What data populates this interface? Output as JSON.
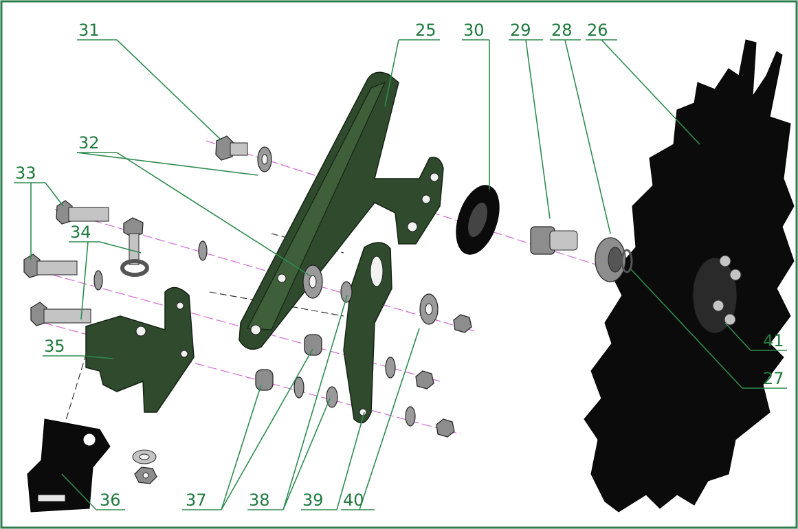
{
  "diagram": {
    "type": "exploded-assembly",
    "colors": {
      "frame": "#2e7d4f",
      "leader": "#2e8b4f",
      "label": "#1f7a3f",
      "axis": "#d36ad3",
      "bracket_green": "#2f4a2c",
      "disc_black": "#0b0b0b",
      "hardware_gray": "#8d8d8d"
    },
    "labels": {
      "l25": "25",
      "l26": "26",
      "l27": "27",
      "l28": "28",
      "l29": "29",
      "l30": "30",
      "l31": "31",
      "l32": "32",
      "l33": "33",
      "l34": "34",
      "l35": "35",
      "l36": "36",
      "l37": "37",
      "l38": "38",
      "l39": "39",
      "l40": "40",
      "l41": "41"
    }
  }
}
